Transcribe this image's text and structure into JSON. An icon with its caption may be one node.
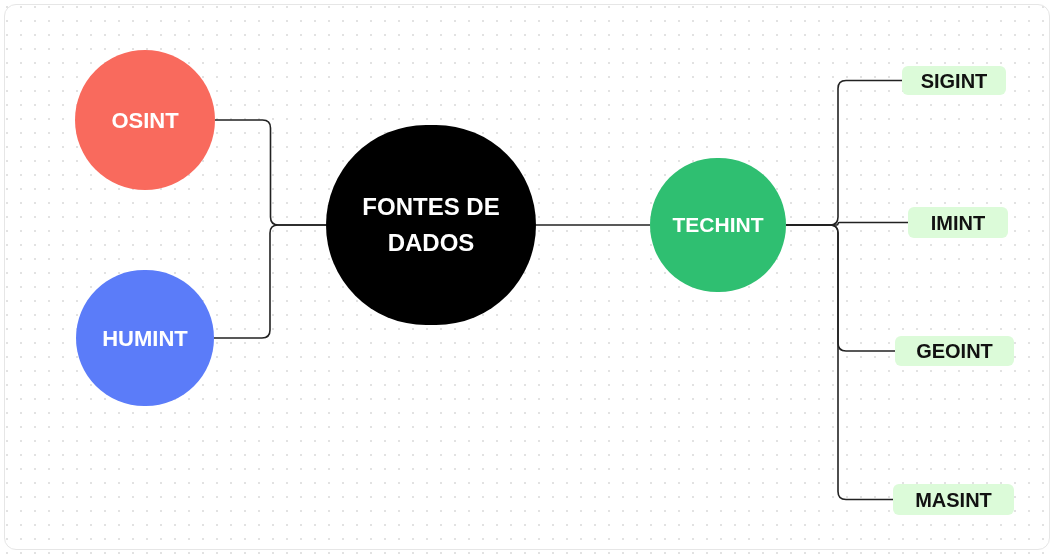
{
  "diagram": {
    "nodes": [
      {
        "text": [
          "FONTES DE DADOS"
        ]
      },
      {
        "text": [
          "OSINT"
        ]
      },
      {
        "text": [
          "HUMINT"
        ]
      },
      {
        "text": [
          "TECHINT"
        ]
      },
      {
        "text": [
          "SIGINT"
        ]
      },
      {
        "text": [
          "IMINT"
        ]
      },
      {
        "text": [
          "GEOINT"
        ]
      },
      {
        "text": [
          "MASINT"
        ]
      }
    ],
    "edges": [
      {
        "from": 1,
        "to": 0,
        "arrow": "none"
      },
      {
        "from": 2,
        "to": 0,
        "arrow": "none"
      },
      {
        "from": 0,
        "to": 3,
        "arrow": "none"
      },
      {
        "from": 3,
        "to": 4,
        "arrow": "none"
      },
      {
        "from": 3,
        "to": 5,
        "arrow": "none"
      },
      {
        "from": 3,
        "to": 6,
        "arrow": "none"
      },
      {
        "from": 3,
        "to": 7,
        "arrow": "none"
      }
    ]
  }
}
